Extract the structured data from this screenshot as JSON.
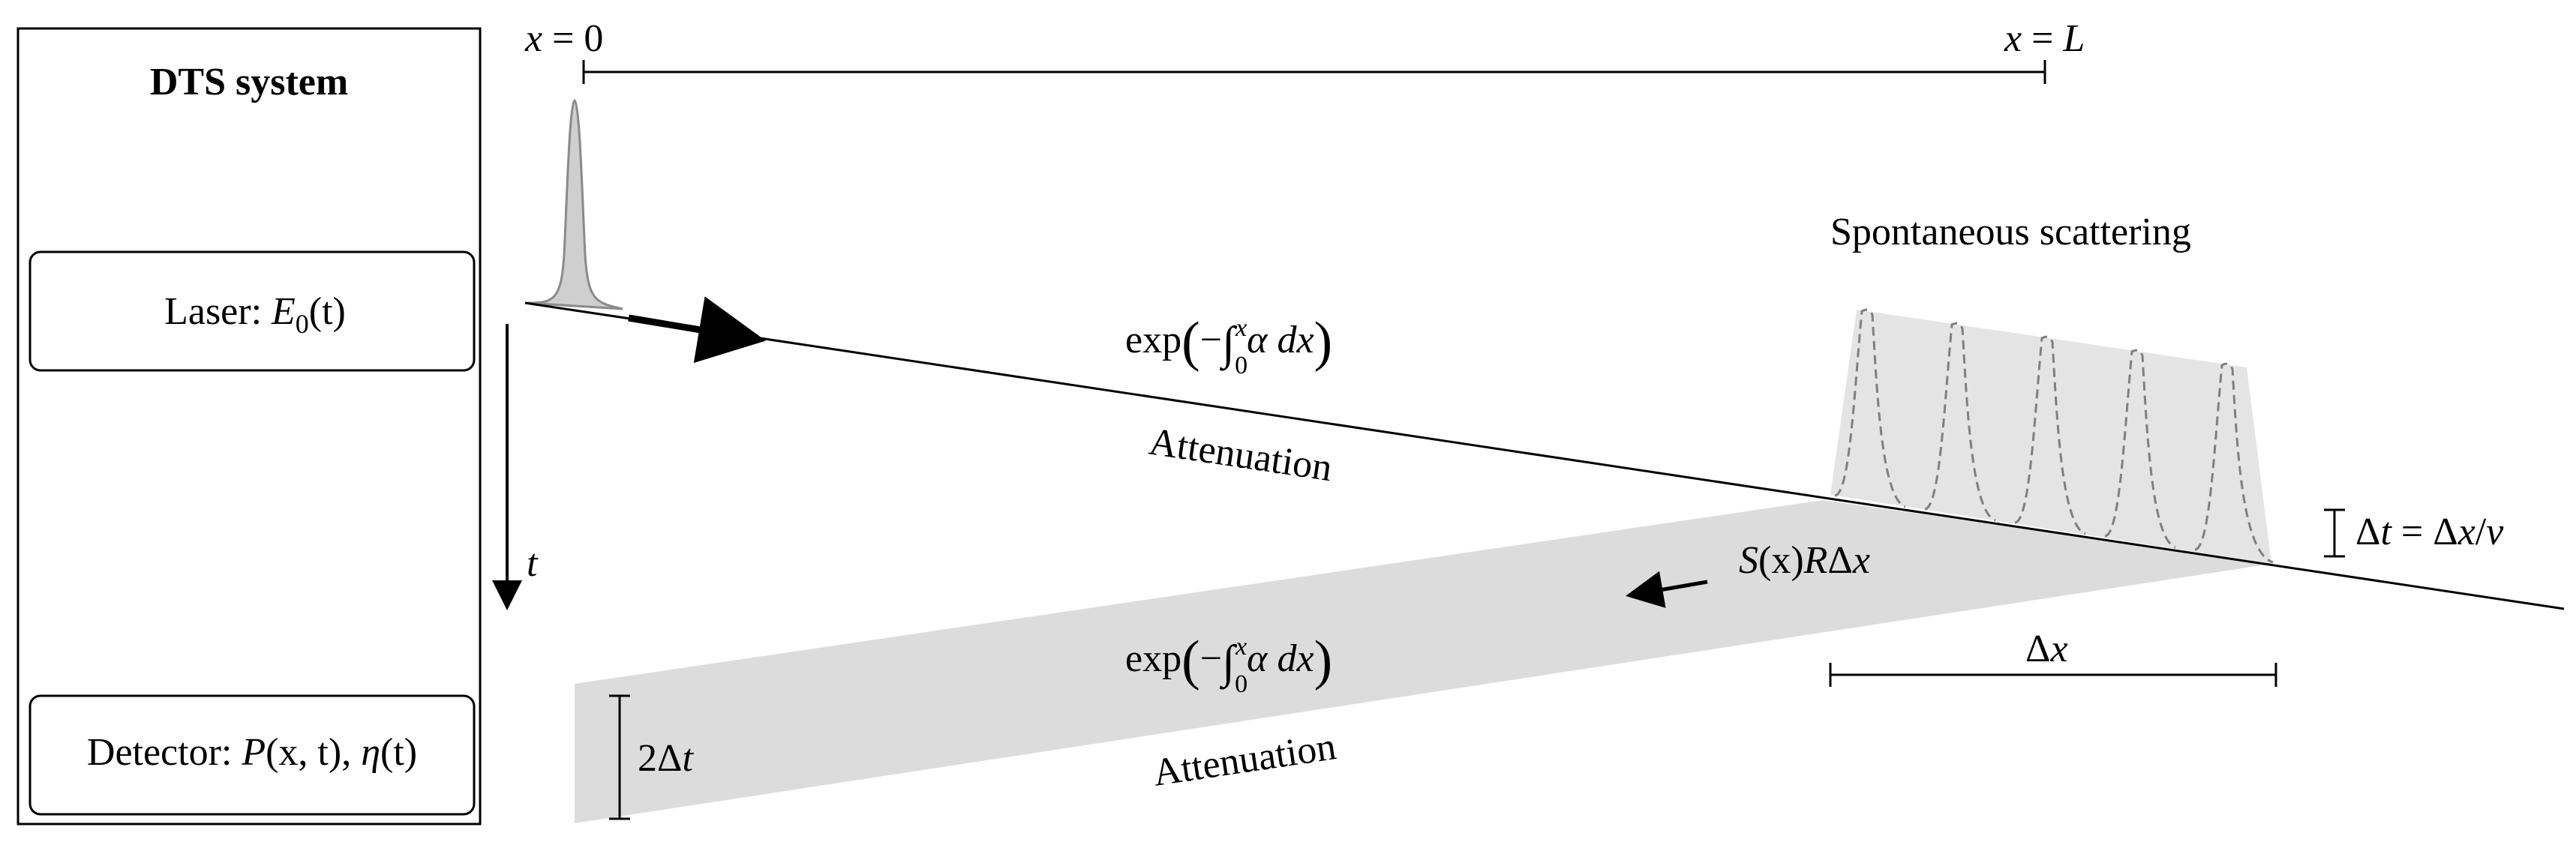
{
  "panel": {
    "title": "DTS system",
    "laser": {
      "label": "Laser:",
      "symbol": "E",
      "sub": "0",
      "arg": "(t)"
    },
    "detector": {
      "label": "Detector:",
      "p_symbol": "P",
      "p_args": "(x, t),",
      "eta_symbol": "η",
      "eta_args": "(t)"
    }
  },
  "fiber": {
    "start": {
      "var": "x",
      "eq": " = ",
      "val": "0"
    },
    "end": {
      "var": "x",
      "eq": " = ",
      "val": "L"
    }
  },
  "time_axis_label": "t",
  "forward": {
    "formula": {
      "exp": "exp",
      "minus": "−",
      "integral": "∫",
      "lower": "0",
      "upper": "x",
      "integrand": "α d",
      "var": "x"
    },
    "label": "Attenuation"
  },
  "backward": {
    "formula": {
      "exp": "exp",
      "minus": "−",
      "integral": "∫",
      "lower": "0",
      "upper": "x",
      "integrand": "α d",
      "var": "x"
    },
    "label": "Attenuation"
  },
  "scattering": {
    "title": "Spontaneous scattering",
    "source_term": {
      "S": "S",
      "x_paren": "(x)",
      "R": "R",
      "delta": "Δ",
      "x": "x"
    },
    "dt_note": {
      "delta1": "Δ",
      "t": "t",
      "eq": " = ",
      "delta2": "Δ",
      "x": "x",
      "slash": "/",
      "v": "v"
    },
    "dx_label": {
      "delta": "Δ",
      "x": "x"
    }
  },
  "echo_width": {
    "factor": "2",
    "delta": "Δ",
    "t": "t"
  },
  "colors": {
    "ink": "#000000",
    "shade": "#dcdcdc",
    "pulse_fill": "#cfcfcf",
    "pulse_edge": "#8a8a8a",
    "scatter_fill": "#e4e4e4",
    "scatter_edge": "#7f7f7f"
  }
}
